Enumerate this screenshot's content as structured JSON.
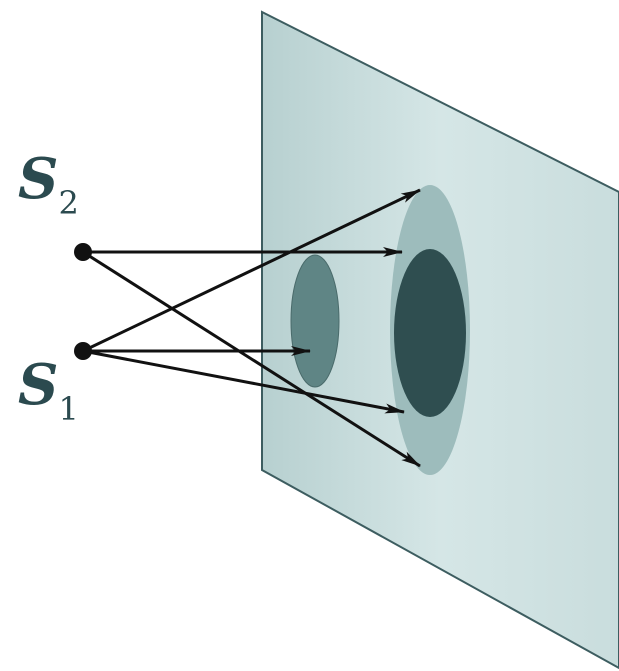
{
  "sources": [
    {
      "letter": "S",
      "subscript": "2"
    },
    {
      "letter": "S",
      "subscript": "1"
    }
  ],
  "colors": {
    "screen_fill": "#cfe2e2",
    "screen_edge": "#3d5d60",
    "aperture_small": "#5f8585",
    "outer_ring": "#9dbcbc",
    "inner_disc": "#2f4e50",
    "ray": "#111111",
    "label": "#2b4a4f"
  }
}
